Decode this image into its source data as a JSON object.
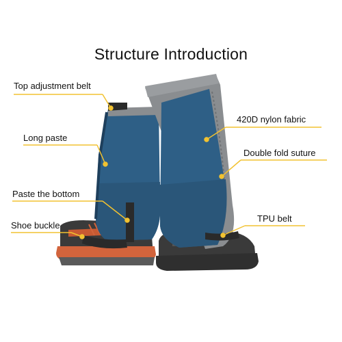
{
  "title": "Structure Introduction",
  "labels": {
    "top_adjustment_belt": "Top adjustment belt",
    "long_paste": "Long paste",
    "paste_the_bottom": "Paste the bottom",
    "shoe_buckle": "Shoe buckle",
    "nylon_fabric": "420D nylon fabric",
    "double_fold_suture": "Double fold suture",
    "tpu_belt": "TPU belt"
  },
  "colors": {
    "fabric_blue": "#2e5f86",
    "trim_gray": "#8a8d90",
    "leader_yellow": "#f2c230",
    "sole_orange": "#d2643c",
    "boot_black": "#2a2a2a"
  }
}
